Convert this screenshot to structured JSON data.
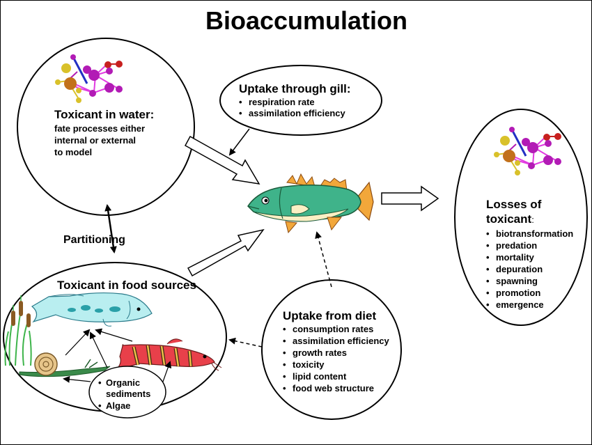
{
  "title": "Bioaccumulation",
  "toxicant_water": {
    "heading": "Toxicant in water:",
    "lines": [
      "fate processes either",
      "internal or external",
      "to model"
    ]
  },
  "gill": {
    "heading": "Uptake through gill:",
    "bullets": [
      "respiration rate",
      "assimilation efficiency"
    ]
  },
  "losses": {
    "heading_line1": "Losses of",
    "heading_line2": "toxicant",
    "heading_colon": ":",
    "bullets": [
      "biotransformation",
      "predation",
      "mortality",
      "depuration",
      "spawning",
      "promotion",
      "emergence"
    ]
  },
  "partitioning": "Partitioning",
  "food_sources": {
    "heading": "Toxicant in food sources",
    "inner_bullets": [
      "Organic",
      "sediments",
      "Algae"
    ]
  },
  "diet": {
    "heading": "Uptake from diet",
    "bullets": [
      "consumption rates",
      "assimilation efficiency",
      "growth rates",
      "toxicity",
      "lipid content",
      "food web structure"
    ]
  },
  "bullet_char": "•",
  "colors": {
    "fish_green": "#3fb38a",
    "fish_belly": "#fbefc4",
    "fin_orange": "#f2a73a",
    "molecule_purple": "#b21bb5",
    "molecule_gold": "#d9c12a",
    "molecule_red": "#c7201f",
    "molecule_brown": "#c2701a",
    "bond_magenta": "#e23be2",
    "bond_blue": "#2230c4"
  },
  "icons": [
    "molecule-icon",
    "fish-icon",
    "trout-icon",
    "loach-icon",
    "snail-icon",
    "cattail-icon"
  ]
}
